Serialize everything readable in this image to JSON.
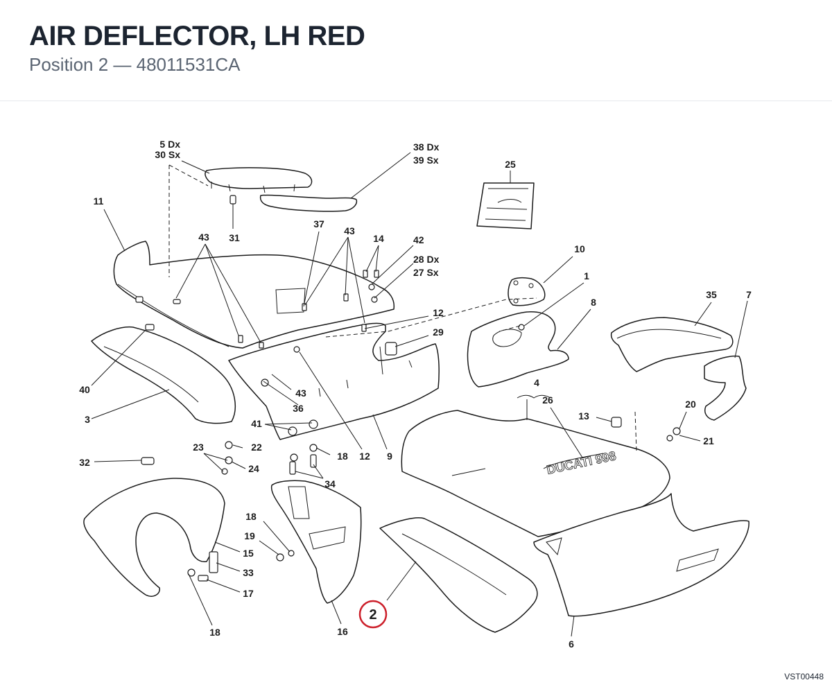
{
  "header": {
    "title": "AIR DEFLECTOR, LH RED",
    "subtitle": "Position 2 — 48011531CA"
  },
  "diagram": {
    "highlight_label": "2",
    "reference_code": "VST00448",
    "callouts": {
      "c5dx": "5 Dx",
      "c30sx": "30 Sx",
      "c38dx": "38 Dx",
      "c39sx": "39 Sx",
      "c25": "25",
      "c11": "11",
      "c31": "31",
      "c37": "37",
      "c43a": "43",
      "c43b": "43",
      "c43c": "43",
      "c14": "14",
      "c42": "42",
      "c28dx": "28 Dx",
      "c27sx": "27 Sx",
      "c10": "10",
      "c1": "1",
      "c8": "8",
      "c35": "35",
      "c7": "7",
      "c12a": "12",
      "c29": "29",
      "c40": "40",
      "c36": "36",
      "c3": "3",
      "c41": "41",
      "c22": "22",
      "c23": "23",
      "c24": "24",
      "c18a": "18",
      "c12b": "12",
      "c9": "9",
      "c4": "4",
      "c26": "26",
      "c13": "13",
      "c20": "20",
      "c21": "21",
      "c32": "32",
      "c34": "34",
      "c18b": "18",
      "c19": "19",
      "c15": "15",
      "c33": "33",
      "c17": "17",
      "c18c": "18",
      "c16": "16",
      "c6": "6"
    }
  }
}
